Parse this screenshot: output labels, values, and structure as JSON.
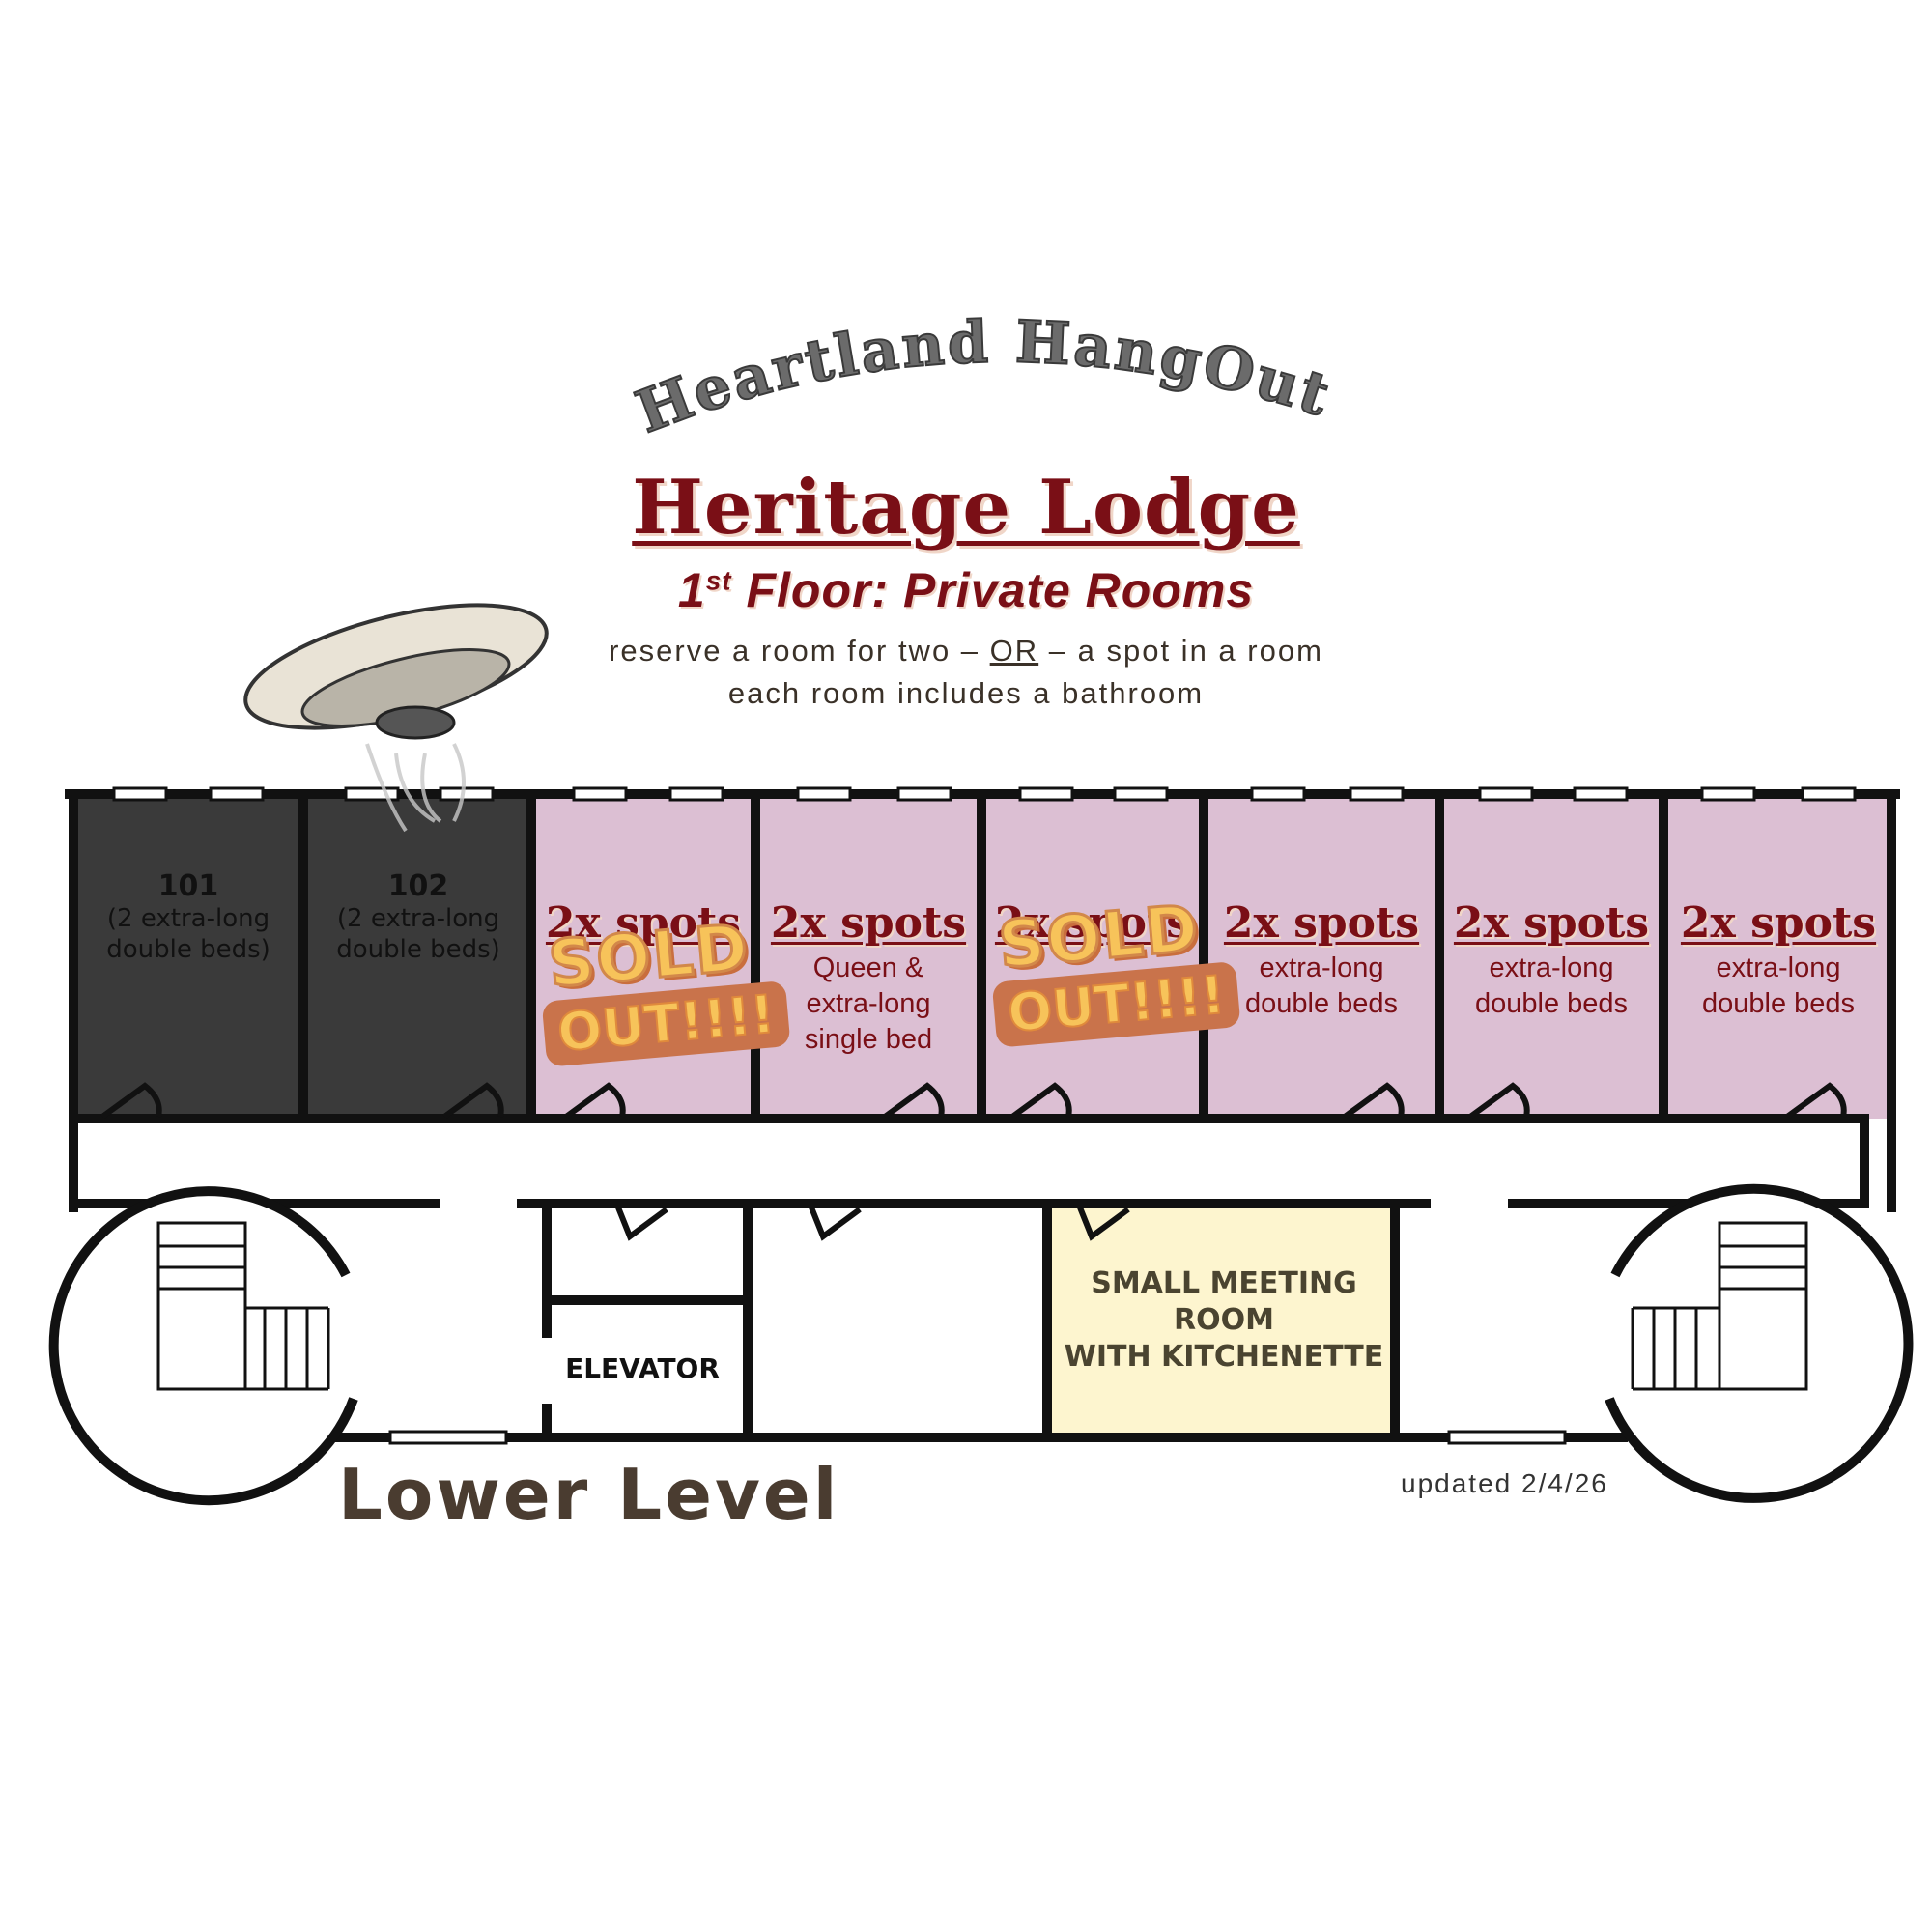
{
  "header": {
    "brand": "Heartland HangOut",
    "lodge": "Heritage Lodge",
    "floor_ordinal": "1",
    "floor_suffix": "st",
    "floor_rest": " Floor: Private Rooms",
    "line1_a": "reserve a room for two – ",
    "line1_or": "OR",
    "line1_b": " – a spot in a room",
    "line2": "each room includes a bathroom"
  },
  "rooms": [
    {
      "number": "101",
      "desc_l1": "(2 extra-long",
      "desc_l2": "double beds)",
      "status": "unavailable"
    },
    {
      "number": "102",
      "desc_l1": "(2 extra-long",
      "desc_l2": "double beds)",
      "status": "unavailable"
    },
    {
      "spots": "2x spots",
      "status": "sold_out"
    },
    {
      "spots": "2x spots",
      "desc_l1": "Queen &",
      "desc_l2": "extra-long",
      "desc_l3": "single bed",
      "status": "available"
    },
    {
      "spots": "2x spots",
      "status": "sold_out"
    },
    {
      "spots": "2x spots",
      "desc_l1": "extra-long",
      "desc_l2": "double beds",
      "status": "available"
    },
    {
      "spots": "2x spots",
      "desc_l1": "extra-long",
      "desc_l2": "double beds",
      "status": "available"
    },
    {
      "spots": "2x spots",
      "desc_l1": "extra-long",
      "desc_l2": "double beds",
      "status": "available"
    }
  ],
  "sold_out_label_l1": "SOLD",
  "sold_out_label_l2": "OUT!!!!",
  "elevator_label": "ELEVATOR",
  "meeting_room": {
    "l1": "SMALL MEETING",
    "l2": "ROOM",
    "l3": "WITH KITCHENETTE"
  },
  "level_label": "Lower Level",
  "updated": "updated 2/4/26",
  "colors": {
    "unavailable_room": "#3a3a3a",
    "available_room": "#dcbfd3",
    "meeting_room": "#fdf5cf",
    "title_red": "#7a0f16",
    "sold_out_yellow": "#f7c35a",
    "sold_out_orange": "#c9734b"
  },
  "icons": [
    "ufo-icon",
    "staircase-icon",
    "door-swing-icon",
    "window-icon"
  ]
}
